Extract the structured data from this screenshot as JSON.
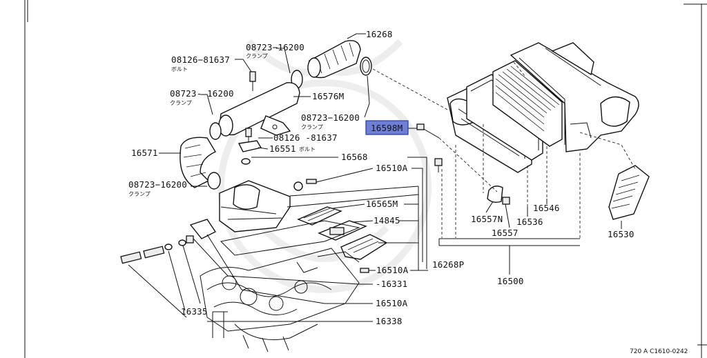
{
  "diagram": {
    "highlighted_part": "16598M",
    "highlight_color": "#6f7fd8",
    "figure_code": "720 A C1610-0242",
    "labels": {
      "p16268": "16268",
      "p08723_a": "08723−16200",
      "p08723_a_sub": "クランプ",
      "p08126_a": "08126−81637",
      "p08126_a_sub": "ボルト",
      "p08723_b": "08723- 16200",
      "p08723_b_sub": "クランプ",
      "p16576M": "16576M",
      "p08723_c": "08723−16200",
      "p08723_c_sub": "クランプ",
      "p16598M": "16598M",
      "p08126_b": "08126 -81637",
      "p08126_b_sub": "ボルト",
      "p16551": "16551",
      "p16571": "16571",
      "p16568": "16568",
      "p16510A_1": "16510A",
      "p08723_d": "08723−16200",
      "p08723_d_sub": "クランプ",
      "p16565M": "16565M",
      "p14845": "14845",
      "p16510A_2": "16510A",
      "p16268P": "16268P",
      "p16331": "-16331",
      "p16510A_3": "16510A",
      "p16335": "16335",
      "p16338": "16338",
      "p16557N": "16557N",
      "p16557": "16557",
      "p16536": "16536",
      "p16546": "16546",
      "p16530": "16530",
      "p16500": "16500"
    }
  }
}
